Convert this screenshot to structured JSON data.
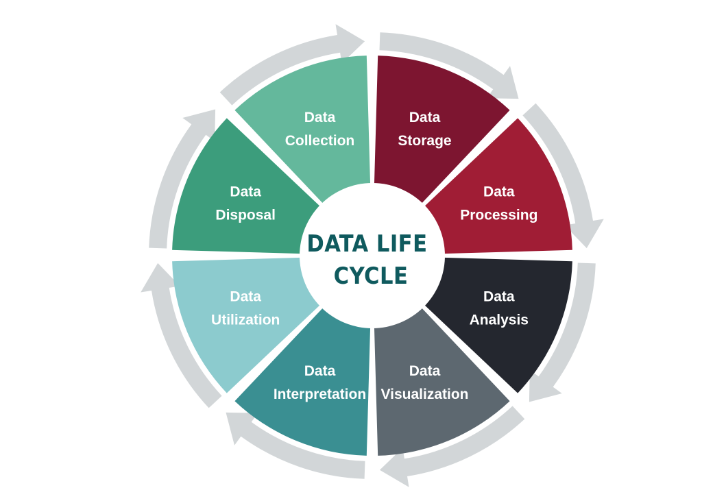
{
  "diagram": {
    "center_title": [
      "DATA LIFE",
      "CYCLE"
    ],
    "stages": [
      {
        "lines": [
          "Data",
          "Storage"
        ],
        "color": "#7d1530"
      },
      {
        "lines": [
          "Data",
          "Processing"
        ],
        "color": "#a01d35"
      },
      {
        "lines": [
          "Data",
          "Analysis"
        ],
        "color": "#24272f"
      },
      {
        "lines": [
          "Data",
          "Visualization"
        ],
        "color": "#5d6870"
      },
      {
        "lines": [
          "Data",
          "Interpretation"
        ],
        "color": "#3a8f92"
      },
      {
        "lines": [
          "Data",
          "Utilization"
        ],
        "color": "#8ccbce"
      },
      {
        "lines": [
          "Data",
          "Disposal"
        ],
        "color": "#3c9d7c"
      },
      {
        "lines": [
          "Data",
          "Collection"
        ],
        "color": "#64b89c"
      }
    ],
    "arrow_color": "#d2d6d8",
    "center_color": "#ffffff"
  }
}
